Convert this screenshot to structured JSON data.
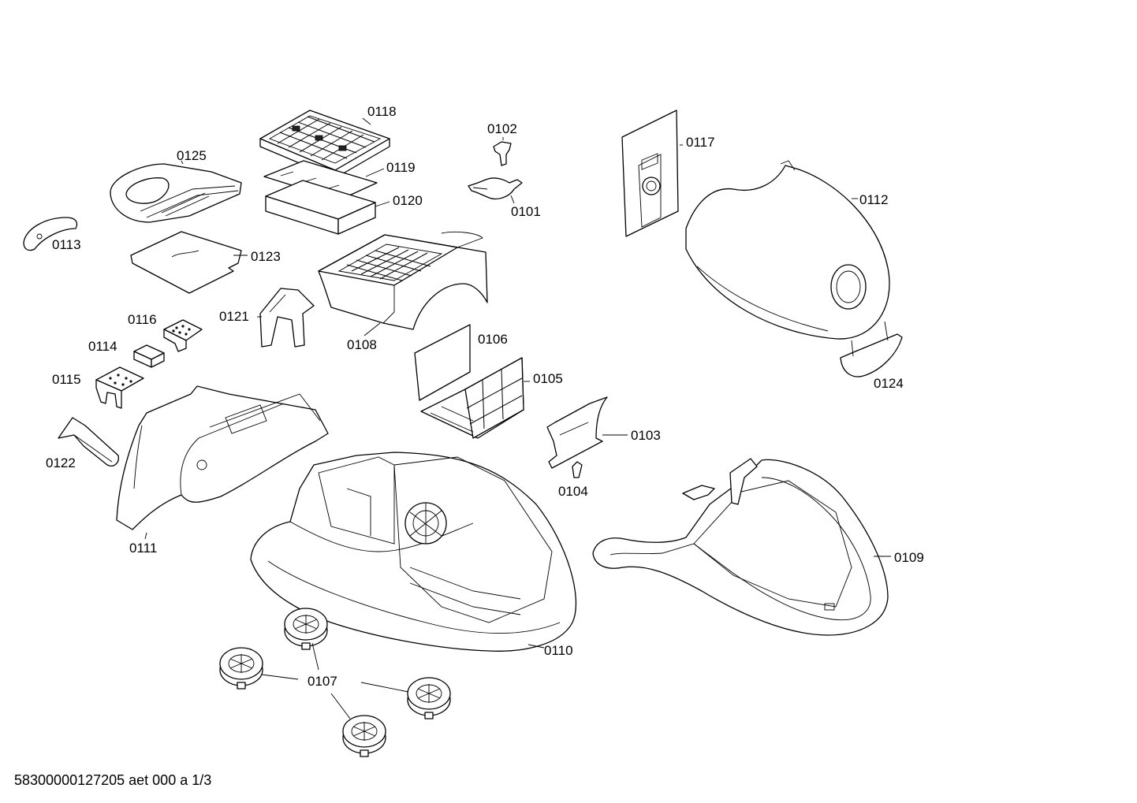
{
  "footer": {
    "reference": "58300000127205 aet 000 a 1/3"
  },
  "parts": [
    {
      "id": "p0101",
      "label": "0101"
    },
    {
      "id": "p0102",
      "label": "0102"
    },
    {
      "id": "p0103",
      "label": "0103"
    },
    {
      "id": "p0104",
      "label": "0104"
    },
    {
      "id": "p0105",
      "label": "0105"
    },
    {
      "id": "p0106",
      "label": "0106"
    },
    {
      "id": "p0107",
      "label": "0107"
    },
    {
      "id": "p0108",
      "label": "0108"
    },
    {
      "id": "p0109",
      "label": "0109"
    },
    {
      "id": "p0110",
      "label": "0110"
    },
    {
      "id": "p0111",
      "label": "0111"
    },
    {
      "id": "p0112",
      "label": "0112"
    },
    {
      "id": "p0113",
      "label": "0113"
    },
    {
      "id": "p0114",
      "label": "0114"
    },
    {
      "id": "p0115",
      "label": "0115"
    },
    {
      "id": "p0116",
      "label": "0116"
    },
    {
      "id": "p0117",
      "label": "0117"
    },
    {
      "id": "p0118",
      "label": "0118"
    },
    {
      "id": "p0119",
      "label": "0119"
    },
    {
      "id": "p0120",
      "label": "0120"
    },
    {
      "id": "p0121",
      "label": "0121"
    },
    {
      "id": "p0122",
      "label": "0122"
    },
    {
      "id": "p0123",
      "label": "0123"
    },
    {
      "id": "p0124",
      "label": "0124"
    },
    {
      "id": "p0125",
      "label": "0125"
    }
  ]
}
